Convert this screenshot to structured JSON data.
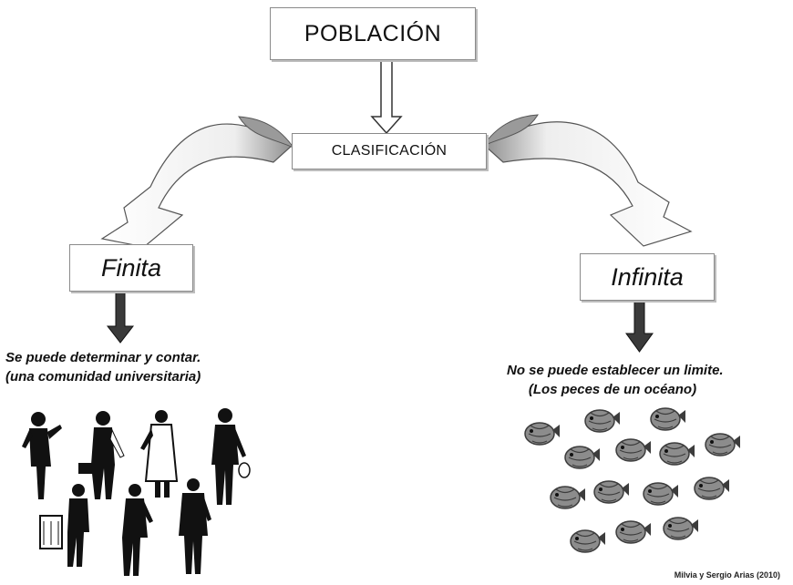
{
  "diagram": {
    "title": "POBLACIÓN",
    "classification": "CLASIFICACIÓN",
    "finite": {
      "label": "Finita",
      "line1": "Se puede determinar y contar.",
      "line2": "(una comunidad universitaria)"
    },
    "infinite": {
      "label": "Infinita",
      "line1": "No se puede establecer un limite.",
      "line2": "(Los peces de un océano)"
    },
    "credit": "Milvia y Sergio Arias (2010)"
  },
  "colors": {
    "outline": "#555555",
    "ribbon_light": "#e6e6e6",
    "ribbon_dark": "#9a9a9a",
    "arrow_dark": "#3a3a3a",
    "silhouette": "#111111",
    "fish_body": "#8c8c8c",
    "fish_dark": "#3c3c3c"
  }
}
